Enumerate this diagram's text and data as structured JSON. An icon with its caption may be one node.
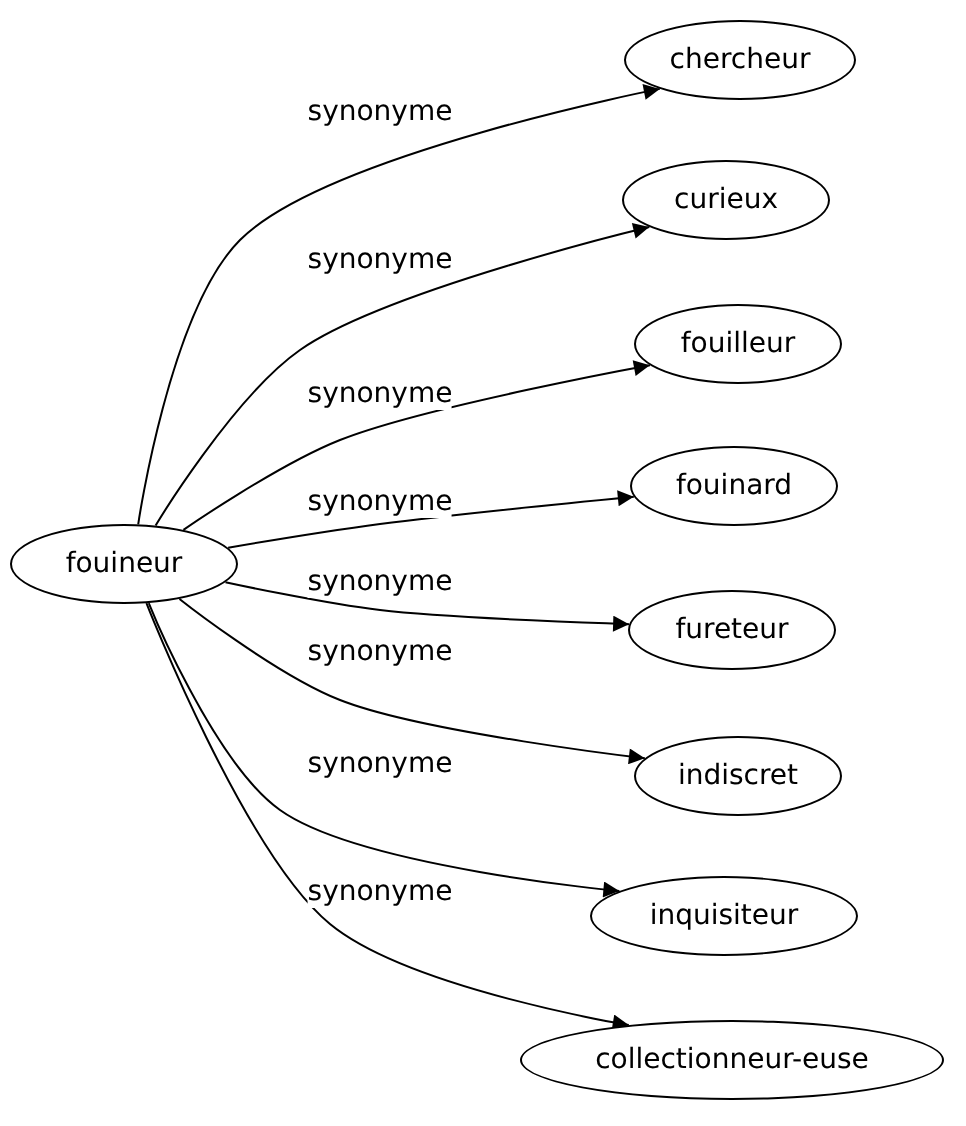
{
  "diagram": {
    "nodes": [
      {
        "text": [
          "fouineur"
        ]
      },
      {
        "text": [
          "chercheur"
        ]
      },
      {
        "text": [
          "curieux"
        ]
      },
      {
        "text": [
          "fouilleur"
        ]
      },
      {
        "text": [
          "fouinard"
        ]
      },
      {
        "text": [
          "fureteur"
        ]
      },
      {
        "text": [
          "indiscret"
        ]
      },
      {
        "text": [
          "inquisiteur"
        ]
      },
      {
        "text": [
          "collectionneur-euse"
        ]
      }
    ],
    "edges": [
      {
        "from": 0,
        "to": 1,
        "arrow": "to",
        "label": "synonyme"
      },
      {
        "from": 0,
        "to": 2,
        "arrow": "to",
        "label": "synonyme"
      },
      {
        "from": 0,
        "to": 3,
        "arrow": "to",
        "label": "synonyme"
      },
      {
        "from": 0,
        "to": 4,
        "arrow": "to",
        "label": "synonyme"
      },
      {
        "from": 0,
        "to": 5,
        "arrow": "to",
        "label": "synonyme"
      },
      {
        "from": 0,
        "to": 6,
        "arrow": "to",
        "label": "synonyme"
      },
      {
        "from": 0,
        "to": 7,
        "arrow": "to",
        "label": "synonyme"
      },
      {
        "from": 0,
        "to": 8,
        "arrow": "to",
        "label": "synonyme"
      }
    ]
  }
}
